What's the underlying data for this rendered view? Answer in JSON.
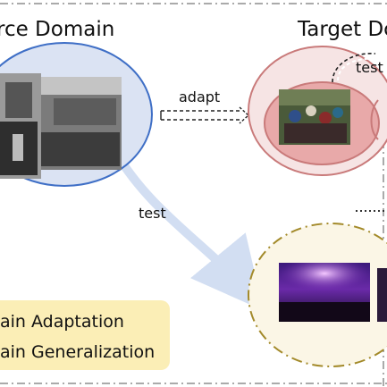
{
  "labels": {
    "source_domain": "rce Domain",
    "target_domain": "Target Dc",
    "adapt": "adapt",
    "test_main": "test",
    "test_target": "test"
  },
  "legend": {
    "line1": "ain Adaptation",
    "line2": "ain Generalization"
  },
  "colors": {
    "source_fill": "#dbe3f3",
    "source_stroke": "#3f6fc6",
    "target_fill": "#f6e4e4",
    "target_stroke": "#c97a7a",
    "target_inner_fill": "#e8a9a9",
    "unseen_fill": "#fbf6e6",
    "unseen_stroke": "#a38a2a",
    "test_arrow": "#d2def2",
    "legend_fill": "#fbeeb6",
    "dashed_border": "#aaaaaa"
  }
}
